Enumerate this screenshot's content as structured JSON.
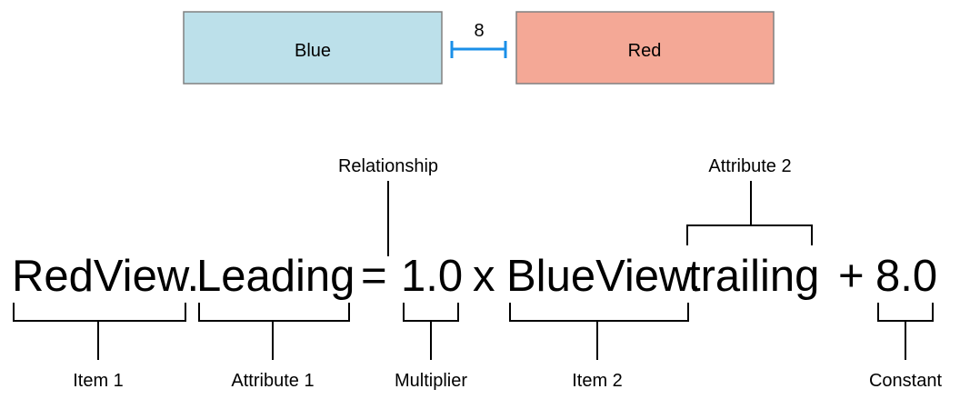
{
  "views": {
    "blue": {
      "label": "Blue",
      "color": "#bce0ea"
    },
    "red": {
      "label": "Red",
      "color": "#f4a896"
    },
    "spacing": {
      "label": "8",
      "color": "#1a8fe8"
    }
  },
  "equation": {
    "item1": "RedView.",
    "attribute1": "Leading",
    "relation": "=",
    "multiplier": "1.0",
    "times": "x",
    "item2": "BlueView.",
    "attribute2": "trailing",
    "plus": "+",
    "constant": "8.0"
  },
  "labels": {
    "item1": "Item 1",
    "attribute1": "Attribute 1",
    "multiplier": "Multiplier",
    "item2": "Item 2",
    "constant": "Constant",
    "relationship": "Relationship",
    "attribute2": "Attribute 2"
  }
}
